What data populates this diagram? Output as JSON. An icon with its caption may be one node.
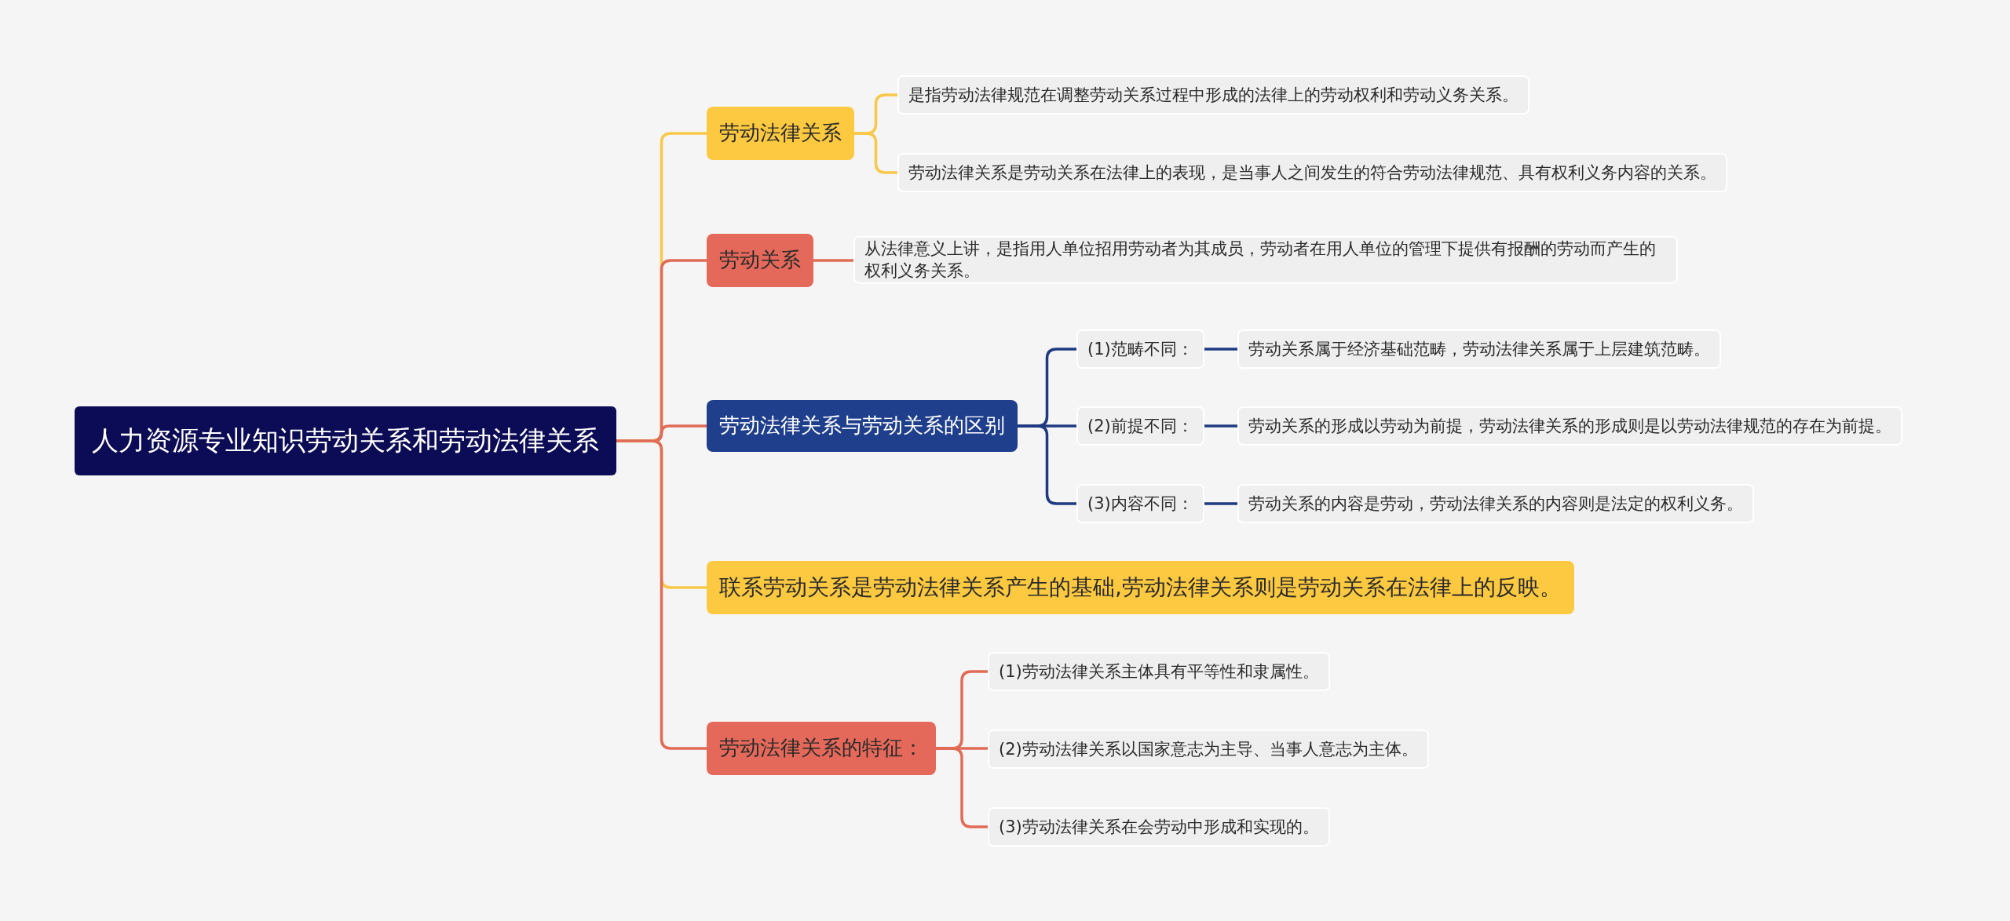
{
  "diagram": {
    "nodes": [
      {
        "text": [
          "人力资源专业知识劳动关系和劳动法律关系"
        ]
      },
      {
        "text": [
          "劳动法律关系"
        ]
      },
      {
        "text": [
          "是指劳动法律规范在调整劳动关系过程中形成的法律上的劳动权利和劳动义务关系。"
        ]
      },
      {
        "text": [
          "劳动法律关系是劳动关系在法律上的表现，是当事人之间发生的符合劳动法律规范、具有权利义务内容的关系。"
        ]
      },
      {
        "text": [
          "劳动关系"
        ]
      },
      {
        "text": [
          "从法律意义上讲，是指用人单位招用劳动者为其成员，劳动者在用人单位的管理下提供有报酬的劳动而产生的权利义务关系。"
        ]
      },
      {
        "text": [
          "劳动法律关系与劳动关系的区别"
        ]
      },
      {
        "text": [
          "(1)范畴不同："
        ]
      },
      {
        "text": [
          "劳动关系属于经济基础范畴，劳动法律关系属于上层建筑范畴。"
        ]
      },
      {
        "text": [
          "(2)前提不同："
        ]
      },
      {
        "text": [
          "劳动关系的形成以劳动为前提，劳动法律关系的形成则是以劳动法律规范的存在为前提。"
        ]
      },
      {
        "text": [
          "(3)内容不同："
        ]
      },
      {
        "text": [
          "劳动关系的内容是劳动，劳动法律关系的内容则是法定的权利义务。"
        ]
      },
      {
        "text": [
          "联系劳动关系是劳动法律关系产生的基础,劳动法律关系则是劳动关系在法律上的反映。"
        ]
      },
      {
        "text": [
          "劳动法律关系的特征："
        ]
      },
      {
        "text": [
          "(1)劳动法律关系主体具有平等性和隶属性。"
        ]
      },
      {
        "text": [
          "(2)劳动法律关系以国家意志为主导、当事人意志为主体。"
        ]
      },
      {
        "text": [
          "(3)劳动法律关系在会劳动中形成和实现的。"
        ]
      }
    ],
    "edges": [
      {
        "from": 0,
        "to": 1,
        "arrow": "none",
        "color": "#f8c84a"
      },
      {
        "from": 0,
        "to": 4,
        "arrow": "none"
      },
      {
        "from": 0,
        "to": 6,
        "arrow": "none"
      },
      {
        "from": 0,
        "to": 13,
        "arrow": "none",
        "color": "#f8c84a"
      },
      {
        "from": 0,
        "to": 14,
        "arrow": "none"
      },
      {
        "from": 1,
        "to": 2,
        "arrow": "none",
        "color": "#f8c84a"
      },
      {
        "from": 1,
        "to": 3,
        "arrow": "none",
        "color": "#f8c84a"
      },
      {
        "from": 4,
        "to": 5,
        "arrow": "none"
      },
      {
        "from": 6,
        "to": 7,
        "arrow": "none",
        "color": "#1f3a80"
      },
      {
        "from": 6,
        "to": 9,
        "arrow": "none",
        "color": "#1f3a80"
      },
      {
        "from": 6,
        "to": 11,
        "arrow": "none",
        "color": "#1f3a80"
      },
      {
        "from": 7,
        "to": 8,
        "arrow": "none",
        "color": "#1f3a80"
      },
      {
        "from": 9,
        "to": 10,
        "arrow": "none",
        "color": "#1f3a80"
      },
      {
        "from": 11,
        "to": 12,
        "arrow": "none",
        "color": "#1f3a80"
      },
      {
        "from": 14,
        "to": 15,
        "arrow": "none"
      },
      {
        "from": 14,
        "to": 16,
        "arrow": "none"
      },
      {
        "from": 14,
        "to": 17,
        "arrow": "none"
      }
    ]
  }
}
